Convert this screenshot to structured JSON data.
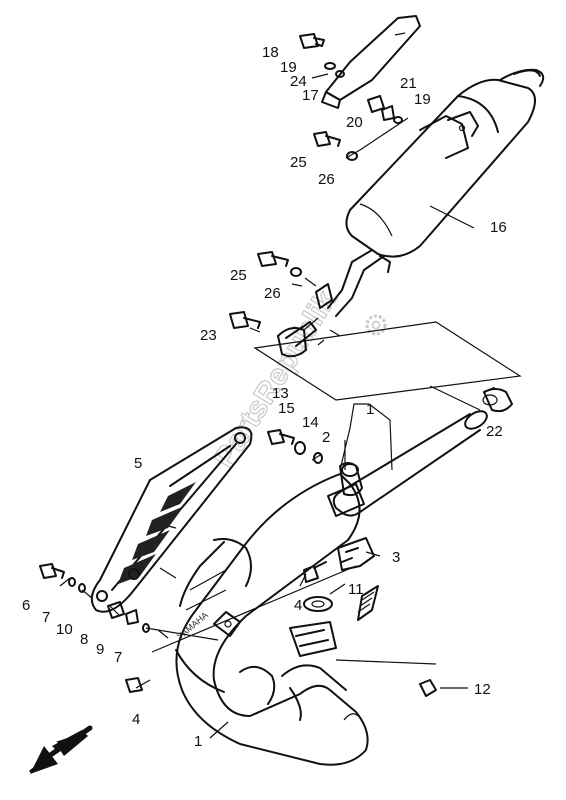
{
  "watermark": {
    "text": "PartsRepublik"
  },
  "callouts": {
    "c1a": "1",
    "c1b": "1",
    "c2": "2",
    "c3": "3",
    "c4a": "4",
    "c4b": "4",
    "c5": "5",
    "c6": "6",
    "c7a": "7",
    "c7b": "7",
    "c8": "8",
    "c9": "9",
    "c10": "10",
    "c11": "11",
    "c12": "12",
    "c13": "13",
    "c14": "14",
    "c15": "15",
    "c16": "16",
    "c17": "17",
    "c18": "18",
    "c19a": "19",
    "c19b": "19",
    "c20": "20",
    "c21": "21",
    "c22": "22",
    "c23": "23",
    "c24": "24",
    "c25a": "25",
    "c25b": "25",
    "c26a": "26",
    "c26b": "26"
  },
  "icons": {
    "direction": "arrow-down-left-icon",
    "watermark_logo": "gear-logo-icon"
  }
}
